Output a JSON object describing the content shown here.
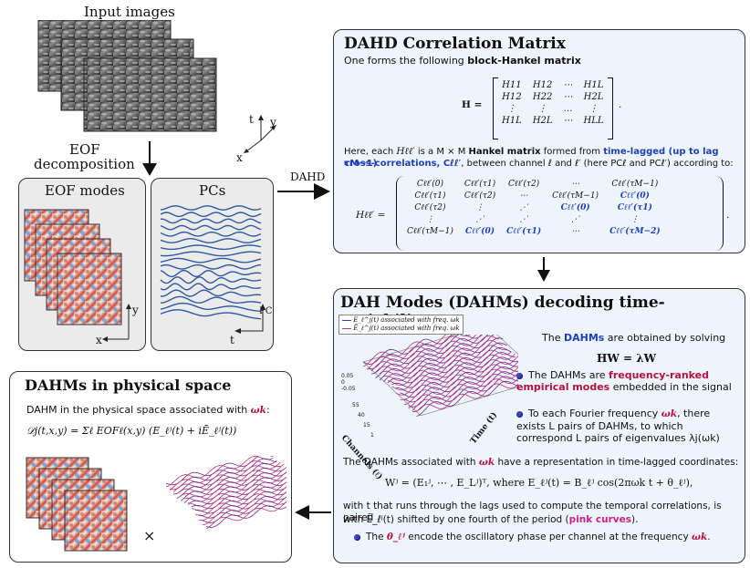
{
  "input": {
    "label": "Input images",
    "axis_t": "t",
    "axis_y": "y",
    "axis_x": "x"
  },
  "eof_decomp": {
    "line1": "EOF",
    "line2": "decomposition"
  },
  "eof_modes": {
    "title": "EOF modes",
    "axis_y": "y",
    "axis_x": "x"
  },
  "pcs": {
    "title": "PCs",
    "axis_pc": "PC",
    "axis_t": "t"
  },
  "dahd_arrow_label": "DAHD",
  "corr": {
    "title": "DAHD Correlation Matrix",
    "intro_prefix": "One forms the following ",
    "intro_bold": "block-Hankel matrix",
    "H_lhs": "H =",
    "H_rows": [
      [
        "H11",
        "H12",
        "⋯",
        "H1L"
      ],
      [
        "H12",
        "H22",
        "⋯",
        "H2L"
      ],
      [
        "⋮",
        "⋮",
        "…",
        "⋮"
      ],
      [
        "H1L",
        "H2L",
        "⋯",
        "HLL"
      ]
    ],
    "H_period": ".",
    "desc1_a": "Here, each ",
    "desc1_sym": "Hℓℓ′",
    "desc1_b": " is a M × M ",
    "desc1_bold": "Hankel matrix",
    "desc1_c": " formed from ",
    "desc1_blue": "time-lagged (up to lag τM−1)",
    "desc2_blue": "cross-correlations, Cℓℓ′",
    "desc2_rest": ", between channel ℓ and ℓ′ (here PCℓ and PCℓ′) according to:",
    "Hll_lhs": "Hℓℓ′ =",
    "Hll_rows": [
      [
        "Cℓℓ′(0)",
        "Cℓℓ′(τ1)",
        "Cℓℓ′(τ2)",
        "⋯",
        "Cℓℓ′(τM−1)"
      ],
      [
        "Cℓℓ′(τ1)",
        "Cℓℓ′(τ2)",
        "⋯",
        "Cℓℓ′(τM−1)",
        "Cℓℓ′(0)"
      ],
      [
        "Cℓℓ′(τ2)",
        "⋮",
        "⋰",
        "Cℓℓ′(0)",
        "Cℓℓ′(τ1)"
      ],
      [
        "⋮",
        "⋰",
        "⋰",
        "⋰",
        "⋮"
      ],
      [
        "Cℓℓ′(τM−1)",
        "Cℓℓ′(0)",
        "Cℓℓ′(τ1)",
        "⋯",
        "Cℓℓ′(τM−2)"
      ]
    ],
    "Hll_period": "."
  },
  "dahm": {
    "title": "DAH Modes (DAHMs) decoding time-variability",
    "legend1": "E_ℓ^j(t) associated with freq. ωk",
    "legend2": "Ē_ℓ^j(t) associated with freq. ωk",
    "axis_channels": "Channels (ℓ)",
    "axis_time": "Time (t)",
    "zticks": [
      "0.05",
      "0",
      "-0.05"
    ],
    "chan_ticks": [
      "55",
      "40",
      "15",
      "1"
    ],
    "solve_a": "The ",
    "solve_bold": "DAHMs",
    "solve_b": " are obtained by solving",
    "eq": "HW = λW",
    "b1_a": "The DAHMs are ",
    "b1_red": "frequency-ranked empirical modes",
    "b1_b": " embedded in the signal",
    "b2_a": "To each Fourier frequency ",
    "b2_red": "ωk",
    "b2_b": ", there exists L pairs of DAHMs, to which correspond L pairs of eigenvalues λj(ωk)",
    "rep_a": "The DAHMs associated with ",
    "rep_red": "ωk",
    "rep_b": " have a representation in time-lagged coordinates:",
    "W_eq": "Wʲ = (E₁ʲ, ⋯ , E_Lʲ)ᵀ,  where  E_ℓʲ(t) = B_ℓʲ cos(2πωk t + θ_ℓʲ),",
    "with_a": "with t that runs through the lags used to compute the temporal correlations, is paired",
    "with_b": "with Ē_ℓʲ(t) shifted by one fourth of the period (",
    "with_pink": "pink curves",
    "with_c": ").",
    "theta_a": "The ",
    "theta_red": "θ_ℓʲ",
    "theta_b": " encode the oscillatory phase per channel at the frequency ",
    "theta_red2": "ωk",
    "theta_c": "."
  },
  "phys": {
    "title": "DAHMs in physical space",
    "desc_a": "DAHM in the physical space associated with ",
    "desc_red": "ωk",
    "desc_b": ":",
    "eq": "𝒟j(t,x,y) = Σℓ EOFℓ(x,y) (E_ℓʲ(t) + iĒ_ℓʲ(t))",
    "times": "×"
  },
  "colors": {
    "blue_text": "#1f3fb6",
    "red_text": "#b5103c",
    "pink_curve": "#c0307a",
    "purple_curve": "#6a2a8a",
    "pc_curve": "#2d5aa0",
    "blue_panel": "#eef4fb",
    "gray_panel": "#ebebeb"
  }
}
